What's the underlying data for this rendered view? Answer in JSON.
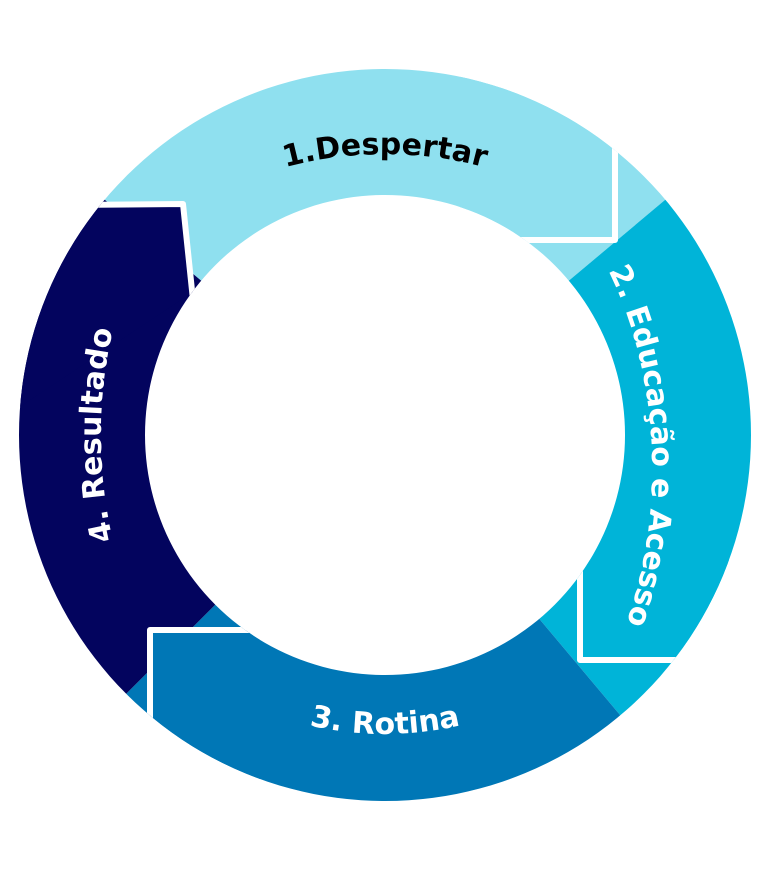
{
  "diagram": {
    "type": "cycle",
    "steps": [
      {
        "label": "1.Despertar",
        "color": "#8FE0EF",
        "text_color": "#000000"
      },
      {
        "label": "2. Educação e Acesso",
        "color": "#00B4D8",
        "text_color": "#ffffff"
      },
      {
        "label": "3. Rotina",
        "color": "#0077B6",
        "text_color": "#ffffff"
      },
      {
        "label": "4. Resultado",
        "color": "#03045E",
        "text_color": "#ffffff"
      }
    ]
  }
}
